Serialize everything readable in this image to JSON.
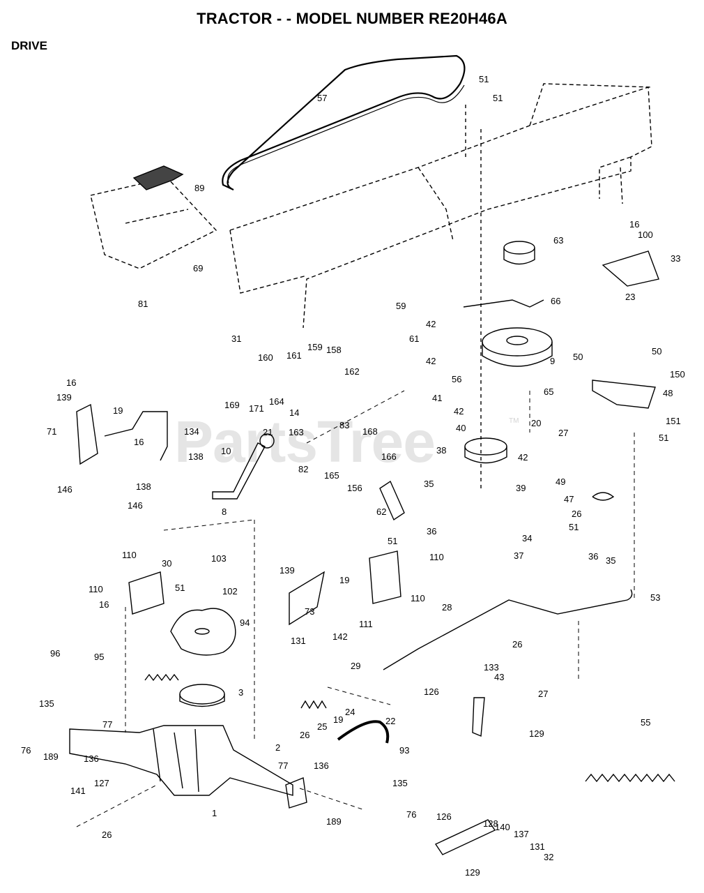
{
  "title": "TRACTOR - - MODEL NUMBER RE20H46A",
  "section": "DRIVE",
  "watermark": "PartsTree",
  "watermark_tm": "TM",
  "colors": {
    "ink": "#000000",
    "background": "#ffffff",
    "watermark": "#cfcfcf"
  },
  "parts": [
    "57",
    "51",
    "51",
    "89",
    "69",
    "81",
    "31",
    "63",
    "16",
    "100",
    "33",
    "23",
    "59",
    "66",
    "42",
    "61",
    "42",
    "9",
    "56",
    "65",
    "41",
    "42",
    "20",
    "40",
    "38",
    "42",
    "39",
    "160",
    "161",
    "159",
    "158",
    "162",
    "169",
    "171",
    "164",
    "14",
    "163",
    "83",
    "168",
    "21",
    "10",
    "82",
    "165",
    "166",
    "156",
    "8",
    "16",
    "139",
    "19",
    "71",
    "134",
    "16",
    "138",
    "138",
    "146",
    "146",
    "50",
    "50",
    "150",
    "48",
    "27",
    "151",
    "51",
    "49",
    "47",
    "26",
    "51",
    "62",
    "35",
    "36",
    "34",
    "37",
    "103",
    "102",
    "94",
    "110",
    "30",
    "110",
    "51",
    "16",
    "139",
    "19",
    "73",
    "131",
    "142",
    "51",
    "110",
    "110",
    "111",
    "36",
    "35",
    "53",
    "28",
    "26",
    "29",
    "27",
    "96",
    "95",
    "3",
    "135",
    "76",
    "189",
    "77",
    "136",
    "2",
    "26",
    "25",
    "19",
    "24",
    "22",
    "93",
    "133",
    "126",
    "43",
    "129",
    "55",
    "77",
    "136",
    "127",
    "141",
    "26",
    "1",
    "135",
    "189",
    "76",
    "128",
    "126",
    "140",
    "137",
    "131",
    "32",
    "129"
  ]
}
